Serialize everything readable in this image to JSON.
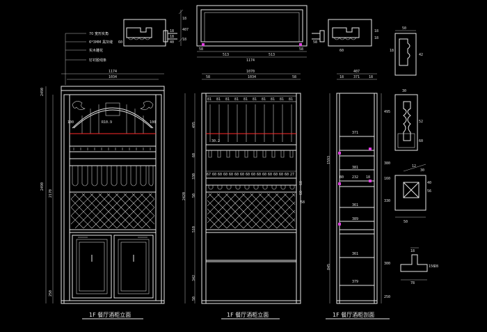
{
  "drawings": {
    "front_elevation": {
      "title": "1F 餐厅酒柜立面",
      "notes": [
        "70 宽形实角",
        "6*3MM 黑灰缝",
        "实木雕花",
        "钉衬胶线条"
      ],
      "dims": {
        "overall_width": "1174",
        "inner_width": "1034",
        "overall_height": "2490",
        "body_height": "2170",
        "base_height": "250",
        "arch_left": "100",
        "arch_right": "100",
        "arch_center": "R10.9"
      }
    },
    "middle_elevation": {
      "title": "1F 餐厅酒柜立面",
      "dims": {
        "overall_width": "1070",
        "inner_width": "1034",
        "left_side": "58",
        "right_side": "58",
        "height_total": "2420",
        "seg_top": "495",
        "seg_2": "60",
        "seg_3": "330",
        "seg_4": "50",
        "seg_5": "510",
        "seg_6": "342",
        "seg_7": "50",
        "rack_pitch": [
          "67",
          "60",
          "60",
          "60",
          "60",
          "60",
          "60",
          "60",
          "60",
          "60",
          "60",
          "60",
          "60",
          "60",
          "60",
          "27"
        ],
        "slot": "30.2",
        "right_1": "60",
        "right_2": "60",
        "right_3": "58"
      }
    },
    "section": {
      "title": "1F 餐厅酒柜剖面",
      "dims": {
        "overall_depth": "407",
        "d_left": "18",
        "d_mid": "371",
        "d_right": "18",
        "shelf_1": "371",
        "shelf_2": "381",
        "shelf_3a": "80",
        "shelf_3b": "232",
        "shelf_3c": "18",
        "shelf_4": "361",
        "shelf_5": "389",
        "shelf_6": "361",
        "shelf_7": "379",
        "h_upper": "1593",
        "h_lower": "845",
        "r1": "380",
        "r2": "330",
        "r3": "160",
        "r4": "495",
        "r5": "300",
        "r6": "250"
      }
    },
    "plan_top": {
      "dims": {
        "left": "513",
        "right": "513",
        "total": "1174",
        "edge_l": "58",
        "edge_r": "58",
        "depth": "407",
        "d_a": "18",
        "d_b": "18"
      }
    },
    "detail_left": {
      "dims": {
        "a": "60",
        "b": "18",
        "c": "18",
        "d": "40"
      }
    },
    "detail_right": {
      "dims": {
        "a": "58",
        "b": "60",
        "c": "18",
        "d": "18"
      }
    },
    "details_side": {
      "d1": {
        "a": "50",
        "b": "18",
        "c": "42"
      },
      "d2": {
        "a": "30",
        "b": "52",
        "c": "60"
      },
      "d3": {
        "a": "30",
        "b": "40",
        "c": "50",
        "d": "56",
        "e": "12"
      },
      "d4": {
        "a": "18",
        "b": "78",
        "c": "150",
        "d": "28"
      }
    }
  }
}
